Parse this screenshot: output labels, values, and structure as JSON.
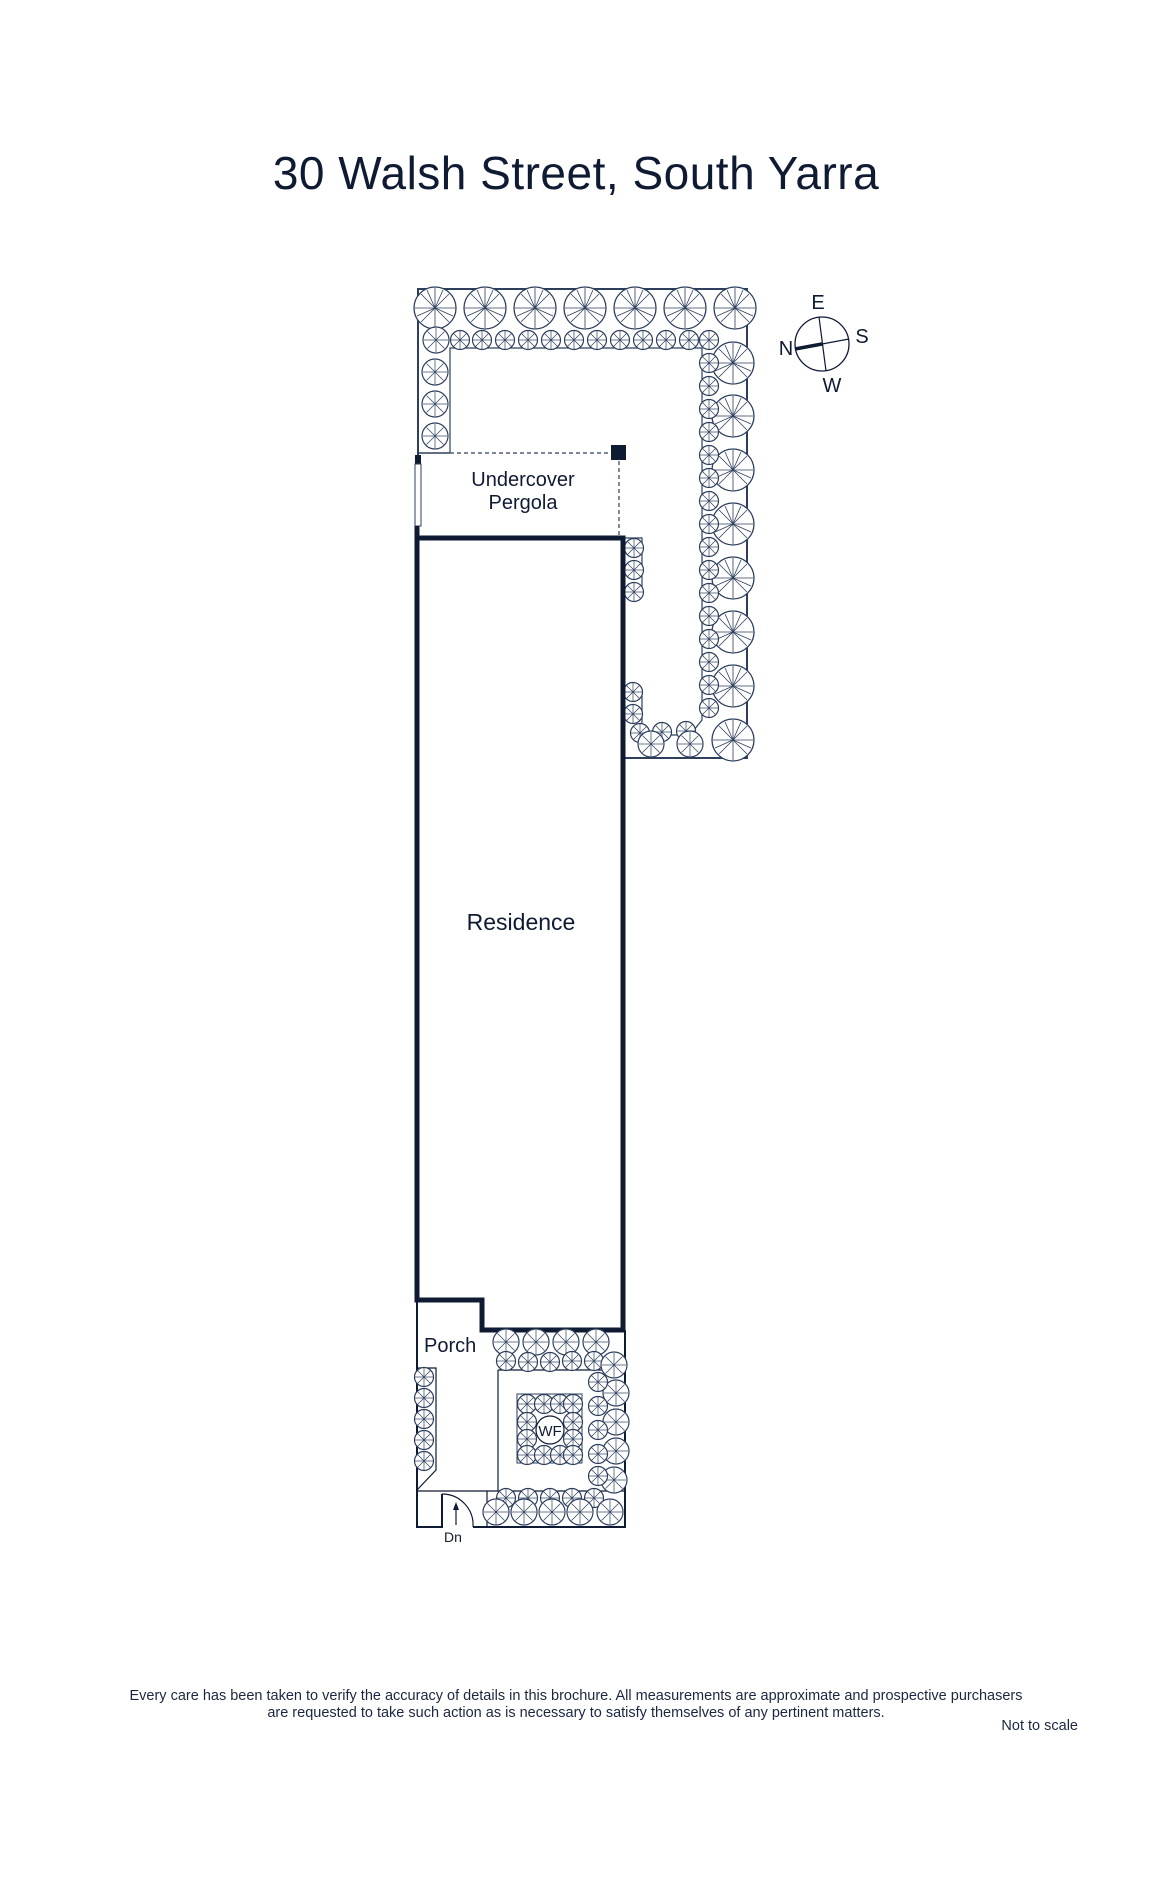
{
  "header": {
    "title": "30 Walsh Street, South Yarra"
  },
  "plan": {
    "rooms": [
      {
        "label": "Undercover",
        "label2": "Pergola"
      },
      {
        "label": "Residence"
      },
      {
        "label": "Porch"
      }
    ],
    "features": {
      "water_feature": "WF",
      "stairs": "Dn"
    },
    "compass": {
      "north": "N",
      "east": "E",
      "south": "S",
      "west": "W"
    },
    "colors": {
      "wall": "#0f1a33",
      "vegetation": "#2d3f5c",
      "background": "#ffffff"
    }
  },
  "footer": {
    "disclaimer_line1": "Every care has been taken to verify the accuracy of details in this brochure.  All measurements are approximate and prospective purchasers",
    "disclaimer_line2": "are requested to take such action as is necessary to satisfy themselves of any pertinent matters.",
    "not_to_scale": "Not to scale"
  }
}
